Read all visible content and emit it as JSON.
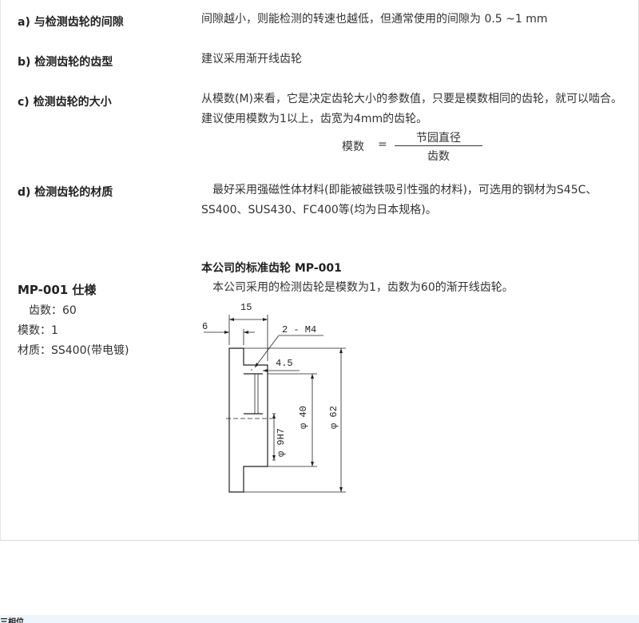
{
  "rows": [
    {
      "label": "a) 与检测齿轮的间隙",
      "text": "间隙越小，则能检测的转速也越低，但通常使用的间隙为 0.5 ~1 mm"
    },
    {
      "label": "b) 检测齿轮的齿型",
      "text": "建议采用渐开线齿轮"
    },
    {
      "label": "c) 检测齿轮的大小",
      "text": "从模数(M)来看，它是决定齿轮大小的参数值，只要是模数相同的齿轮，就可以啮合。建议使用模数为1以上，齿宽为4mm的齿轮。"
    },
    {
      "label": "d) 检测齿轮的材质",
      "text": "　最好采用强磁性体材料(即能被磁铁吸引性强的材料)，可选用的钢材为S45C、SS400、SUS430、FC400等(均为日本规格)。"
    }
  ],
  "formula": {
    "lhs": "模数",
    "eq": "=",
    "numerator": "节园直径",
    "denominator": "齿数"
  },
  "standard": {
    "title": "本公司的标准齿轮 MP-001",
    "desc": "　本公司采用的检测齿轮是模数为1，齿数为60的渐开线齿轮。"
  },
  "spec": {
    "title": "MP-001 仕様",
    "teeth": "　齿数：60",
    "module": "模数：1",
    "material": "材质：SS400(带电镀)"
  },
  "drawing": {
    "dim_width": "15",
    "dim_hub": "6",
    "dim_screw": "2 - M4",
    "dim_offset": "4.5",
    "dim_bore": "φ 9H7",
    "dim_hub_dia": "φ 40",
    "dim_outer_dia": "φ 62"
  },
  "footer": {
    "partial": "三相位"
  }
}
